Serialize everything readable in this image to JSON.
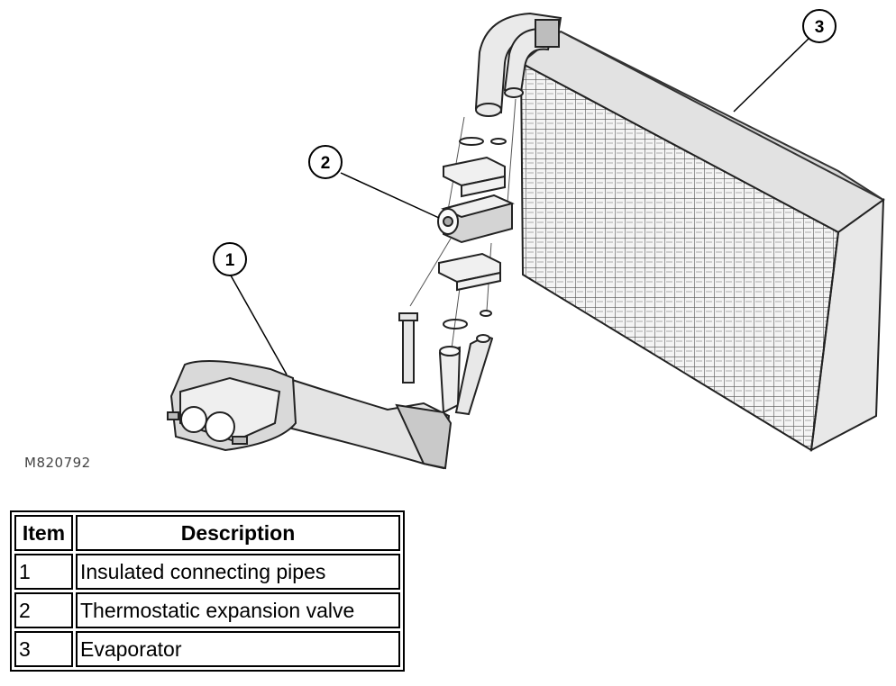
{
  "diagram": {
    "figure_id": "M820792",
    "callouts": [
      "1",
      "2",
      "3"
    ]
  },
  "legend": {
    "headers": {
      "item": "Item",
      "description": "Description"
    },
    "rows": [
      {
        "item": "1",
        "description": "Insulated connecting pipes"
      },
      {
        "item": "2",
        "description": "Thermostatic expansion valve"
      },
      {
        "item": "3",
        "description": "Evaporator"
      }
    ]
  }
}
